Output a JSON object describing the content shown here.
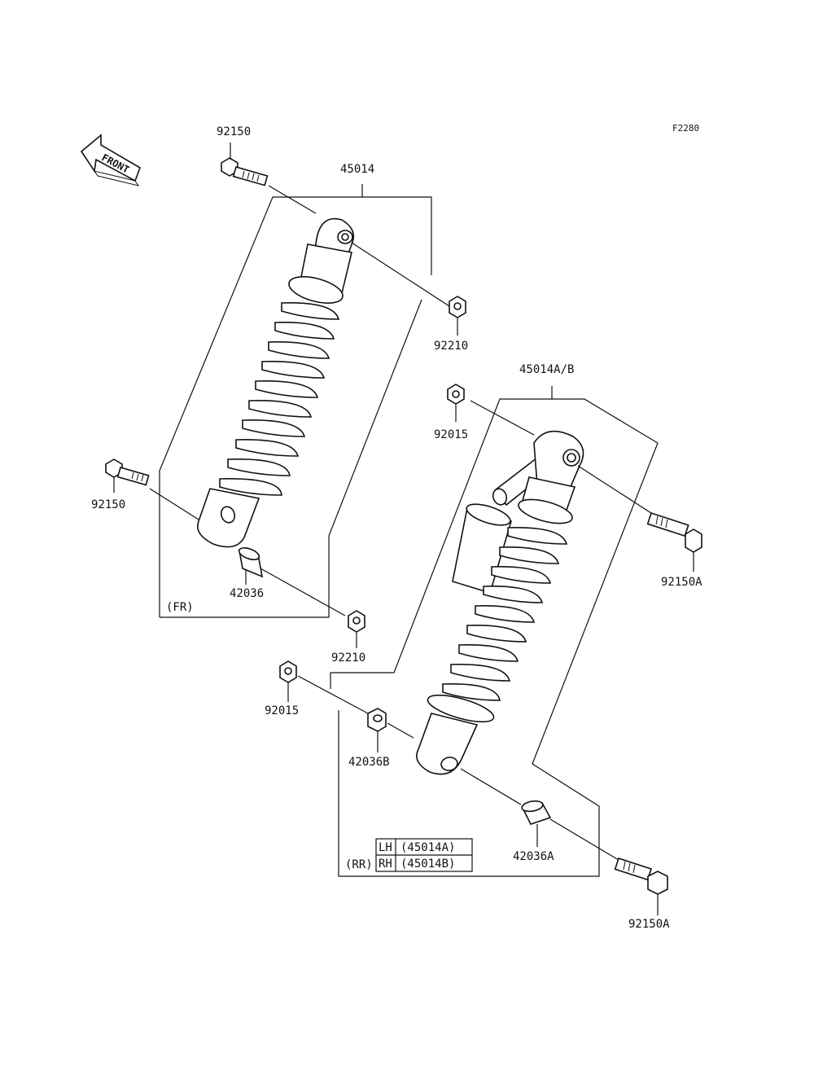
{
  "figure_code": "F2280",
  "front_label": "FRONT",
  "labels": {
    "front_shock_bolt": "92150",
    "front_shock_assembly": "45014",
    "front_upper_nut": "92210",
    "front_lower_bolt": "92150",
    "front_collar": "42036",
    "front_lower_nut": "92210",
    "front_group": "(FR)",
    "rear_shock_assembly": "45014A/B",
    "rear_upper_nut": "92015",
    "rear_upper_bolt": "92150A",
    "rear_lower_nut": "92015",
    "rear_collar_b": "42036B",
    "rear_collar_a": "42036A",
    "rear_lower_bolt": "92150A",
    "rear_group": "(RR)"
  },
  "variant_table": {
    "rows": [
      {
        "side": "LH",
        "part": "(45014A)"
      },
      {
        "side": "RH",
        "part": "(45014B)"
      }
    ]
  }
}
